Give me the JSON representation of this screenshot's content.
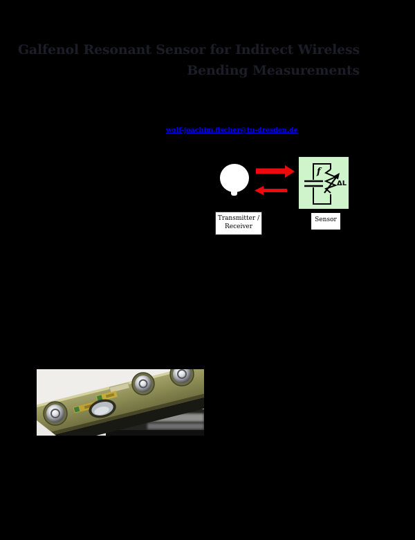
{
  "page": {
    "background_color": "#000000",
    "title": {
      "line1": "Galfenol Resonant Sensor for Indirect Wireless",
      "line2": "Bending Measurements",
      "color": "#1d1d28"
    },
    "email_link": {
      "text": "wolf-joachim.fischer@tu-dresden.de",
      "color": "#0000ee"
    }
  },
  "diagram": {
    "transmitter": {
      "label_line1": "Transmitter /",
      "label_line2": "Receiver"
    },
    "sensor": {
      "label": "Sensor",
      "frequency_symbol": "f",
      "inductance_symbol": "ΔL",
      "box_color": "#cff3cb"
    },
    "arrow_color": "#ee0a0a"
  },
  "figure": {
    "description": "Photograph of a metal osteosynthesis plate with screws, an oval hole and mounted strain-gauge sensor"
  }
}
